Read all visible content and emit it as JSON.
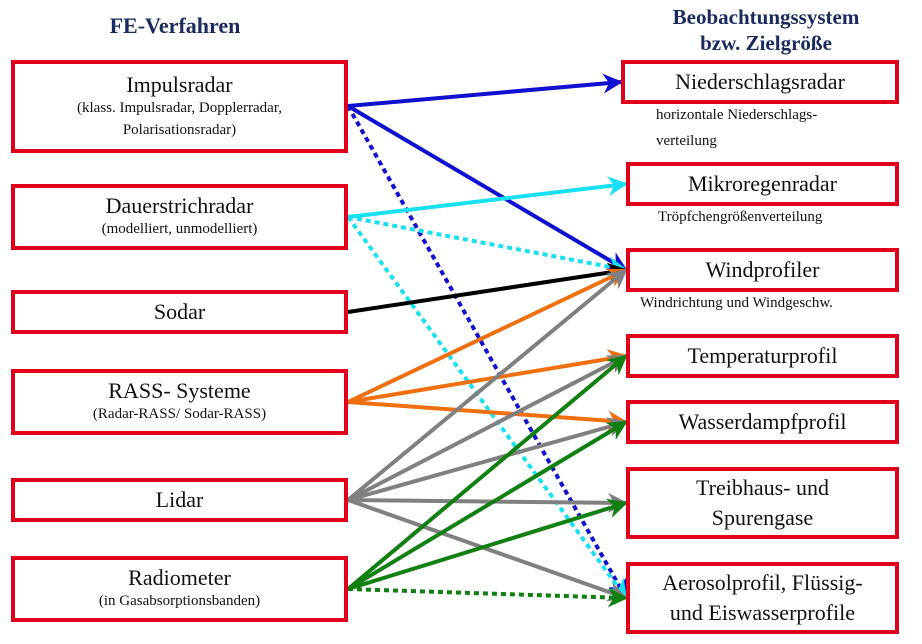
{
  "headings": {
    "left": "FE-Verfahren",
    "right_line1": "Beobachtungssystem",
    "right_line2": "bzw. Zielgröße"
  },
  "methods": [
    {
      "name": "Impulsradar",
      "detail": "(klass. Impulsradar, Dopplerradar,\nPolarisationsradar)"
    },
    {
      "name": "Dauerstrichradar",
      "detail": "(modelliert, unmodelliert)"
    },
    {
      "name": "Sodar",
      "detail": ""
    },
    {
      "name": "RASS- Systeme",
      "detail": "(Radar-RASS/ Sodar-RASS)"
    },
    {
      "name": "Lidar",
      "detail": ""
    },
    {
      "name": "Radiometer",
      "detail": "(in Gasabsorptionsbanden)"
    }
  ],
  "targets": [
    {
      "name": "Niederschlagsradar",
      "note": "horizontale Niederschlags-\nverteilung"
    },
    {
      "name": "Mikroregenradar",
      "note": "Tröpfchengrößenverteilung"
    },
    {
      "name": "Windprofiler",
      "note": "Windrichtung und Windgeschw."
    },
    {
      "name": "Temperaturprofil",
      "note": ""
    },
    {
      "name": "Wasserdampfprofil",
      "note": ""
    },
    {
      "name": "Treibhaus- und\nSpurengase",
      "note": ""
    },
    {
      "name": "Aerosolprofil, Flüssig-\nund Eiswasserprofile",
      "note": ""
    }
  ],
  "colors": {
    "box_border": "#e0001b",
    "heading": "#1a2a5e",
    "impulsradar": "#1010d0",
    "dauerstrichradar": "#19e0f0",
    "sodar": "#000000",
    "rass": "#f07010",
    "lidar": "#808080",
    "radiometer": "#108010"
  },
  "connections": [
    {
      "from": 0,
      "to": 0,
      "color": "impulsradar",
      "style": "solid"
    },
    {
      "from": 0,
      "to": 2,
      "color": "impulsradar",
      "style": "solid"
    },
    {
      "from": 0,
      "to": 6,
      "color": "impulsradar",
      "style": "dotted"
    },
    {
      "from": 1,
      "to": 1,
      "color": "dauerstrichradar",
      "style": "solid"
    },
    {
      "from": 1,
      "to": 2,
      "color": "dauerstrichradar",
      "style": "dotted"
    },
    {
      "from": 1,
      "to": 6,
      "color": "dauerstrichradar",
      "style": "dotted"
    },
    {
      "from": 2,
      "to": 2,
      "color": "sodar",
      "style": "solid"
    },
    {
      "from": 3,
      "to": 2,
      "color": "rass",
      "style": "solid"
    },
    {
      "from": 3,
      "to": 3,
      "color": "rass",
      "style": "solid"
    },
    {
      "from": 3,
      "to": 4,
      "color": "rass",
      "style": "solid"
    },
    {
      "from": 4,
      "to": 2,
      "color": "lidar",
      "style": "solid"
    },
    {
      "from": 4,
      "to": 3,
      "color": "lidar",
      "style": "solid"
    },
    {
      "from": 4,
      "to": 4,
      "color": "lidar",
      "style": "solid"
    },
    {
      "from": 4,
      "to": 5,
      "color": "lidar",
      "style": "solid"
    },
    {
      "from": 4,
      "to": 6,
      "color": "lidar",
      "style": "solid"
    },
    {
      "from": 5,
      "to": 3,
      "color": "radiometer",
      "style": "solid"
    },
    {
      "from": 5,
      "to": 4,
      "color": "radiometer",
      "style": "solid"
    },
    {
      "from": 5,
      "to": 5,
      "color": "radiometer",
      "style": "solid"
    },
    {
      "from": 5,
      "to": 6,
      "color": "radiometer",
      "style": "dotted"
    }
  ]
}
